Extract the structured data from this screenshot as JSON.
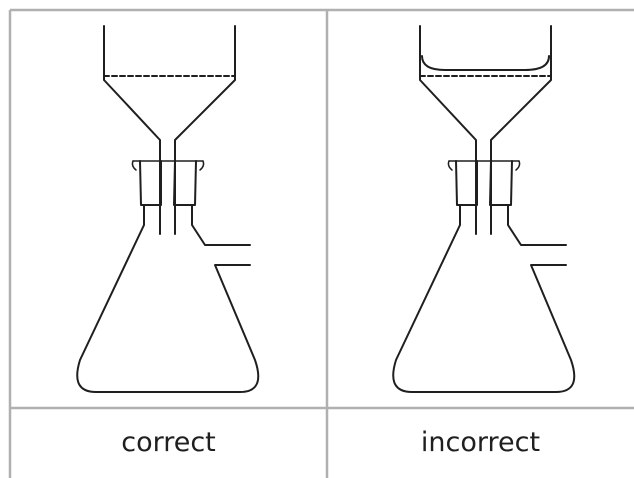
{
  "colors": {
    "grid": "#b0b0b0",
    "drawing": "#1f1f1f",
    "background": "#ffffff"
  },
  "panels": [
    {
      "label": "correct",
      "filter_paper": "flat"
    },
    {
      "label": "incorrect",
      "filter_paper": "curved-up-sides"
    }
  ]
}
